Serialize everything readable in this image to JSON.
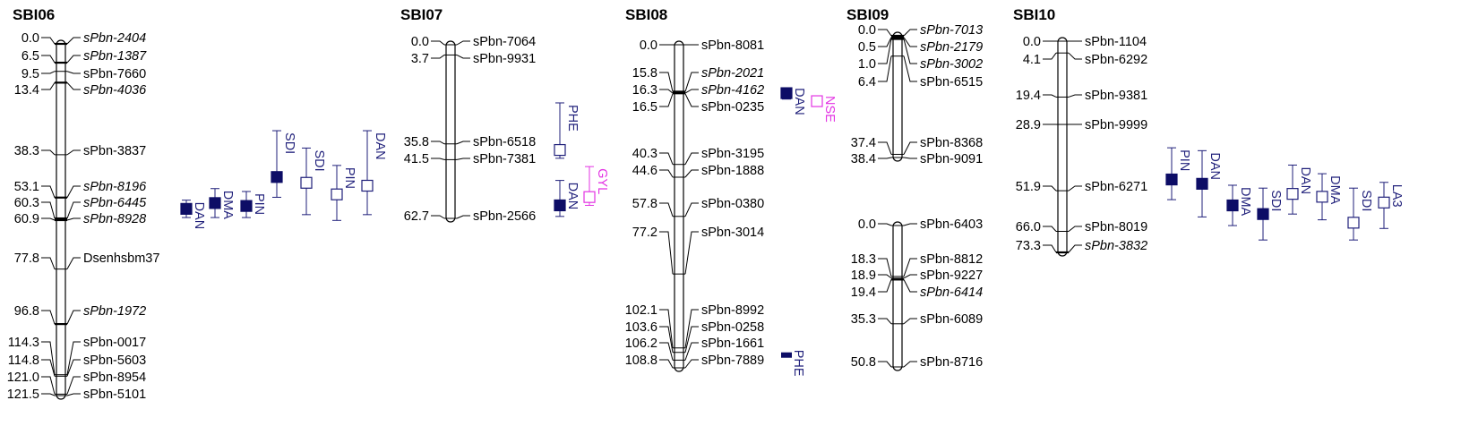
{
  "colors": {
    "navy": "#1f1f7a",
    "magenta": "#e333e3",
    "line": "#000000",
    "filled": "#0d0d66"
  },
  "linkage_groups": [
    {
      "name": "SBI06",
      "loci": [
        {
          "pos": "0.0",
          "v": 0.0,
          "label": "sPbn-2404",
          "italic": true
        },
        {
          "pos": "6.5",
          "v": 6.5,
          "label": "sPbn-1387",
          "italic": true
        },
        {
          "pos": "9.5",
          "v": 9.5,
          "label": "sPbn-7660",
          "italic": false
        },
        {
          "pos": "13.4",
          "v": 13.4,
          "label": "sPbn-4036",
          "italic": true
        },
        {
          "pos": "38.3",
          "v": 38.3,
          "label": "sPbn-3837",
          "italic": false
        },
        {
          "pos": "53.1",
          "v": 53.1,
          "label": "sPbn-8196",
          "italic": true
        },
        {
          "pos": "60.3",
          "v": 60.3,
          "label": "sPbn-6445",
          "italic": true
        },
        {
          "pos": "60.9",
          "v": 60.9,
          "label": "sPbn-8928",
          "italic": true
        },
        {
          "pos": "77.8",
          "v": 77.8,
          "label": "Dsenhsbm37",
          "italic": false
        },
        {
          "pos": "96.8",
          "v": 96.8,
          "label": "sPbn-1972",
          "italic": true
        },
        {
          "pos": "114.3",
          "v": 114.3,
          "label": "sPbn-0017",
          "italic": false
        },
        {
          "pos": "114.8",
          "v": 114.8,
          "label": "sPbn-5603",
          "italic": false
        },
        {
          "pos": "121.0",
          "v": 121.0,
          "label": "sPbn-8954",
          "italic": false
        },
        {
          "pos": "121.5",
          "v": 121.5,
          "label": "sPbn-5101",
          "italic": false
        }
      ],
      "qtls": [
        {
          "label": "DAN",
          "filled": true,
          "color": "navy",
          "peak": 57.0,
          "lo": 54.0,
          "hi": 60.0
        },
        {
          "label": "DMA",
          "filled": true,
          "color": "navy",
          "peak": 55.0,
          "lo": 50.0,
          "hi": 60.0
        },
        {
          "label": "PIN",
          "filled": true,
          "color": "navy",
          "peak": 56.0,
          "lo": 51.0,
          "hi": 60.0
        },
        {
          "label": "SDI",
          "filled": true,
          "color": "navy",
          "peak": 46.0,
          "lo": 30.0,
          "hi": 53.0
        },
        {
          "label": "SDI",
          "filled": false,
          "color": "navy",
          "peak": 48.0,
          "lo": 36.0,
          "hi": 59.0
        },
        {
          "label": "PIN",
          "filled": false,
          "color": "navy",
          "peak": 52.0,
          "lo": 42.0,
          "hi": 61.0
        },
        {
          "label": "DAN",
          "filled": false,
          "color": "navy",
          "peak": 49.0,
          "lo": 30.0,
          "hi": 59.0
        }
      ]
    },
    {
      "name": "SBI07",
      "loci": [
        {
          "pos": "0.0",
          "v": 0.0,
          "label": "sPbn-7064",
          "italic": false
        },
        {
          "pos": "3.7",
          "v": 3.7,
          "label": "sPbn-9931",
          "italic": false
        },
        {
          "pos": "35.8",
          "v": 35.8,
          "label": "sPbn-6518",
          "italic": false
        },
        {
          "pos": "41.5",
          "v": 41.5,
          "label": "sPbn-7381",
          "italic": false
        },
        {
          "pos": "62.7",
          "v": 62.7,
          "label": "sPbn-2566",
          "italic": false
        }
      ],
      "qtls": [
        {
          "label": "PHE",
          "filled": false,
          "color": "navy",
          "peak": 38.0,
          "lo": 21.0,
          "hi": 41.0
        },
        {
          "label": "DAN",
          "filled": true,
          "color": "navy",
          "peak": 58.0,
          "lo": 49.0,
          "hi": 62.0
        },
        {
          "label": "GYL",
          "filled": false,
          "color": "magenta",
          "peak": 55.0,
          "lo": 44.0,
          "hi": 58.0
        }
      ]
    },
    {
      "name": "SBI08",
      "loci": [
        {
          "pos": "0.0",
          "v": 0.0,
          "label": "sPbn-8081",
          "italic": false
        },
        {
          "pos": "15.8",
          "v": 15.8,
          "label": "sPbn-2021",
          "italic": true
        },
        {
          "pos": "16.3",
          "v": 16.3,
          "label": "sPbn-4162",
          "italic": true
        },
        {
          "pos": "16.5",
          "v": 16.5,
          "label": "sPbn-0235",
          "italic": false
        },
        {
          "pos": "40.3",
          "v": 40.3,
          "label": "sPbn-3195",
          "italic": false
        },
        {
          "pos": "44.6",
          "v": 44.6,
          "label": "sPbn-1888",
          "italic": false
        },
        {
          "pos": "57.8",
          "v": 57.8,
          "label": "sPbn-0380",
          "italic": false
        },
        {
          "pos": "77.2",
          "v": 77.2,
          "label": "sPbn-3014",
          "italic": false
        },
        {
          "pos": "102.1",
          "v": 102.1,
          "label": "sPbn-8992",
          "italic": false
        },
        {
          "pos": "103.6",
          "v": 103.6,
          "label": "sPbn-0258",
          "italic": false
        },
        {
          "pos": "106.2",
          "v": 106.2,
          "label": "sPbn-1661",
          "italic": false
        },
        {
          "pos": "108.8",
          "v": 108.8,
          "label": "sPbn-7889",
          "italic": false
        }
      ],
      "qtls": [
        {
          "label": "DAN",
          "filled": true,
          "color": "navy",
          "peak": 16.3,
          "lo": 15.3,
          "hi": 18.3
        },
        {
          "label": "NSE",
          "filled": false,
          "color": "magenta",
          "peak": 19.0,
          "lo": 19.0,
          "hi": 19.0
        },
        {
          "label": "PHE",
          "filled": true,
          "color": "navy",
          "peak": 104.5,
          "lo": 104.5,
          "hi": 104.5,
          "bar": true
        }
      ]
    },
    {
      "name": "SBI09",
      "loci": [
        {
          "pos": "0.0",
          "v": 0.0,
          "label": "sPbn-7013",
          "italic": true
        },
        {
          "pos": "0.5",
          "v": 0.5,
          "label": "sPbn-2179",
          "italic": true
        },
        {
          "pos": "1.0",
          "v": 1.0,
          "label": "sPbn-3002",
          "italic": true
        },
        {
          "pos": "6.4",
          "v": 6.4,
          "label": "sPbn-6515",
          "italic": false
        },
        {
          "pos": "37.4",
          "v": 37.4,
          "label": "sPbn-8368",
          "italic": false
        },
        {
          "pos": "38.4",
          "v": 38.4,
          "label": "sPbn-9091",
          "italic": false
        }
      ],
      "qtls": []
    },
    {
      "name": "",
      "loci": [
        {
          "pos": "0.0",
          "v": 0.0,
          "label": "sPbn-6403",
          "italic": false
        },
        {
          "pos": "18.3",
          "v": 18.3,
          "label": "sPbn-8812",
          "italic": false
        },
        {
          "pos": "18.9",
          "v": 18.9,
          "label": "sPbn-9227",
          "italic": false
        },
        {
          "pos": "19.4",
          "v": 19.4,
          "label": "sPbn-6414",
          "italic": true
        },
        {
          "pos": "35.3",
          "v": 35.3,
          "label": "sPbn-6089",
          "italic": false
        },
        {
          "pos": "50.8",
          "v": 50.8,
          "label": "sPbn-8716",
          "italic": false
        }
      ],
      "qtls": []
    },
    {
      "name": "SBI10",
      "loci": [
        {
          "pos": "0.0",
          "v": 0.0,
          "label": "sPbn-1104",
          "italic": false
        },
        {
          "pos": "4.1",
          "v": 4.1,
          "label": "sPbn-6292",
          "italic": false
        },
        {
          "pos": "19.4",
          "v": 19.4,
          "label": "sPbn-9381",
          "italic": false
        },
        {
          "pos": "28.9",
          "v": 28.9,
          "label": "sPbn-9999",
          "italic": false
        },
        {
          "pos": "51.9",
          "v": 51.9,
          "label": "sPbn-6271",
          "italic": false
        },
        {
          "pos": "66.0",
          "v": 66.0,
          "label": "sPbn-8019",
          "italic": false
        },
        {
          "pos": "73.3",
          "v": 73.3,
          "label": "sPbn-3832",
          "italic": true
        }
      ],
      "qtls": [
        {
          "label": "PIN",
          "filled": true,
          "color": "navy",
          "peak": 48.0,
          "lo": 37.0,
          "hi": 55.0
        },
        {
          "label": "DAN",
          "filled": true,
          "color": "navy",
          "peak": 49.5,
          "lo": 38.0,
          "hi": 61.0
        },
        {
          "label": "DMA",
          "filled": true,
          "color": "navy",
          "peak": 57.0,
          "lo": 50.0,
          "hi": 64.0
        },
        {
          "label": "SDI",
          "filled": true,
          "color": "navy",
          "peak": 60.0,
          "lo": 51.0,
          "hi": 69.0
        },
        {
          "label": "DAN",
          "filled": false,
          "color": "navy",
          "peak": 53.0,
          "lo": 43.0,
          "hi": 60.0
        },
        {
          "label": "DMA",
          "filled": false,
          "color": "navy",
          "peak": 54.0,
          "lo": 46.0,
          "hi": 62.0
        },
        {
          "label": "SDI",
          "filled": false,
          "color": "navy",
          "peak": 63.0,
          "lo": 51.0,
          "hi": 69.0
        },
        {
          "label": "LA3",
          "filled": false,
          "color": "navy",
          "peak": 56.0,
          "lo": 49.0,
          "hi": 65.0
        }
      ]
    }
  ]
}
